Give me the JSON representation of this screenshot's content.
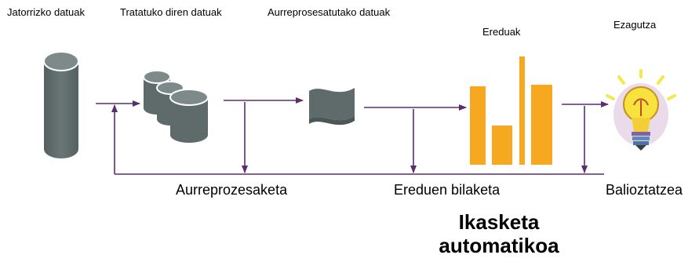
{
  "stages": {
    "source_data": "Jatorrizko datuak",
    "data_to_process": "Tratatuko diren datuak",
    "preprocessed_data": "Aurreprosesatutako datuak",
    "models": "Ereduak",
    "knowledge": "Ezagutza"
  },
  "steps": {
    "preprocessing": "Aurreprozesaketa",
    "model_search": "Ereduen bilaketa",
    "evaluation": "Balioztatzea"
  },
  "highlight": {
    "line1": "Ikasketa",
    "line2": "automatikoa"
  },
  "colors": {
    "arrow": "#5a2d6e",
    "shape_fill": "#5f6b6b",
    "bar_fill": "#f6a821",
    "background": "#ffffff"
  },
  "icons": {
    "knowledge": "lightbulb-icon"
  }
}
